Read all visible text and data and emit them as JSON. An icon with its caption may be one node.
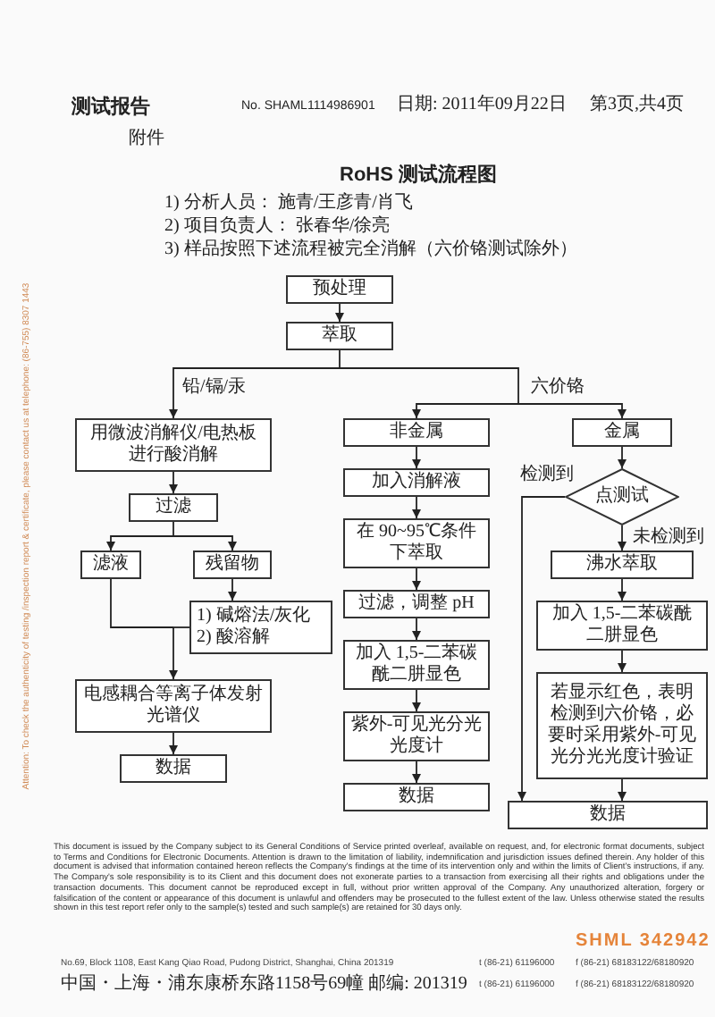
{
  "diagram": {
    "title": "RoHS 测试流程图",
    "nodes": [
      {
        "text": [
          "预处理"
        ]
      },
      {
        "text": [
          "萃取"
        ]
      },
      {
        "text": [
          "用微波消解仪/电热板进行酸消解"
        ]
      },
      {
        "text": [
          "过滤"
        ]
      },
      {
        "text": [
          "滤液"
        ]
      },
      {
        "text": [
          "残留物"
        ]
      },
      {
        "text": [
          "1) 碱熔法/灰化",
          "2) 酸溶解"
        ]
      },
      {
        "text": [
          "电感耦合等离子体发射光谱仪"
        ]
      },
      {
        "text": [
          "数据"
        ]
      },
      {
        "text": [
          "非金属"
        ]
      },
      {
        "text": [
          "加入消解液"
        ]
      },
      {
        "text": [
          "在 90~95℃条件下萃取"
        ]
      },
      {
        "text": [
          "过滤，调整 pH"
        ]
      },
      {
        "text": [
          "加入 1,5-二苯碳酰二肼显色"
        ]
      },
      {
        "text": [
          "紫外-可见光分光光度计"
        ]
      },
      {
        "text": [
          "数据"
        ]
      },
      {
        "text": [
          "金属"
        ]
      },
      {
        "text": [
          "点测试"
        ]
      },
      {
        "text": [
          "沸水萃取"
        ]
      },
      {
        "text": [
          "加入 1,5-二苯碳酰二肼显色"
        ]
      },
      {
        "text": [
          "若显示红色，表明检测到六价铬，必要时采用紫外-可见光分光光度计验证"
        ]
      },
      {
        "text": [
          "数据"
        ]
      }
    ],
    "edges": [
      {
        "from": 0,
        "to": 1,
        "arrow": "to"
      },
      {
        "from": 1,
        "to": 2,
        "arrow": "to",
        "label": "铅/镉/汞"
      },
      {
        "from": 1,
        "to": 9,
        "arrow": "to",
        "label": "六价铬"
      },
      {
        "from": 1,
        "to": 16,
        "arrow": "to"
      },
      {
        "from": 2,
        "to": 3,
        "arrow": "to"
      },
      {
        "from": 3,
        "to": 4,
        "arrow": "to"
      },
      {
        "from": 3,
        "to": 5,
        "arrow": "to"
      },
      {
        "from": 5,
        "to": 6,
        "arrow": "to"
      },
      {
        "from": 4,
        "to": 7,
        "arrow": "to"
      },
      {
        "from": 6,
        "to": 7,
        "arrow": "to"
      },
      {
        "from": 7,
        "to": 8,
        "arrow": "to"
      },
      {
        "from": 9,
        "to": 10,
        "arrow": "to"
      },
      {
        "from": 10,
        "to": 11,
        "arrow": "to"
      },
      {
        "from": 11,
        "to": 12,
        "arrow": "to"
      },
      {
        "from": 12,
        "to": 13,
        "arrow": "to"
      },
      {
        "from": 13,
        "to": 14,
        "arrow": "to"
      },
      {
        "from": 14,
        "to": 15,
        "arrow": "to"
      },
      {
        "from": 16,
        "to": 17,
        "arrow": "to"
      },
      {
        "from": 17,
        "to": 21,
        "arrow": "to",
        "label": "检测到"
      },
      {
        "from": 17,
        "to": 18,
        "arrow": "to",
        "label": "未检测到"
      },
      {
        "from": 18,
        "to": 19,
        "arrow": "to"
      },
      {
        "from": 19,
        "to": 20,
        "arrow": "to"
      },
      {
        "from": 20,
        "to": 21,
        "arrow": "to"
      }
    ],
    "labels": [
      "测试报告",
      "No. SHAML1114986901",
      "日期: 2011年09月22日",
      "第3页,共4页",
      "附件",
      "1) 分析人员： 施青/王彦青/肖飞",
      "2) 项目负责人： 张春华/徐亮",
      "3) 样品按照下述流程被完全消解（六价铬测试除外）",
      "Attention: To check the authenticity of testing /inspection report & certificate, please contact us at telephone: (86-755) 8307 1443",
      "This document is issued by the Company subject to its General Conditions of Service printed overleaf, available on request, and, for electronic format documents, subject to Terms and Conditions for Electronic Documents. Attention is drawn to the limitation of liability, indemnification and jurisdiction issues defined therein. Any holder of this document is advised that information contained hereon reflects the Company's findings at the time of its intervention only and within the limits of Client's instructions, if any. The Company's sole responsibility is to its Client and this document does not exonerate parties to a transaction from exercising all their rights and obligations under the transaction documents. This document cannot be reproduced except in full, without prior written approval of the Company. Any unauthorized alteration, forgery or falsification of the content or appearance of this document is unlawful and offenders may be prosecuted to the fullest extent of the law. Unless otherwise stated the results shown in this test report refer only to the sample(s) tested and such sample(s) are retained for 30 days only.",
      "SHML 342942",
      "No.69, Block 1108, East Kang Qiao Road, Pudong District, Shanghai, China 201319",
      "t (86-21) 61196000",
      "f (86-21) 68183122/68180920",
      "中国・上海・浦东康桥东路1158号69幢 邮编: 201319",
      "t (86-21) 61196000",
      "f (86-21) 68183122/68180920"
    ]
  }
}
